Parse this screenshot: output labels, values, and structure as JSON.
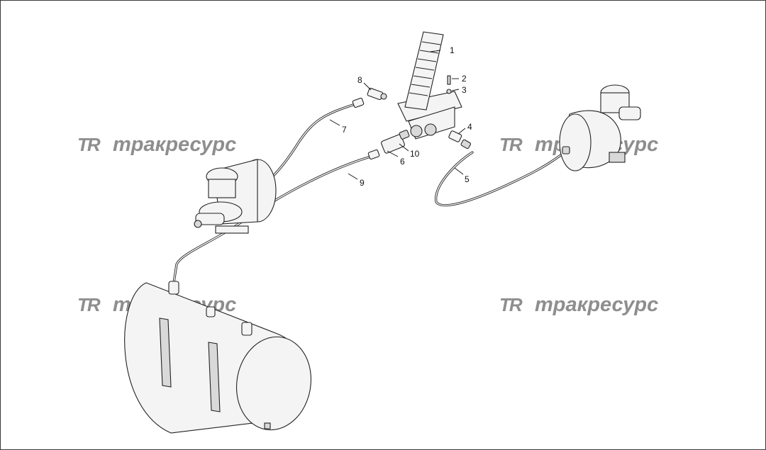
{
  "callouts": [
    {
      "id": "1",
      "label": "1"
    },
    {
      "id": "2",
      "label": "2"
    },
    {
      "id": "3",
      "label": "3"
    },
    {
      "id": "4",
      "label": "4"
    },
    {
      "id": "5",
      "label": "5"
    },
    {
      "id": "6",
      "label": "6"
    },
    {
      "id": "7",
      "label": "7"
    },
    {
      "id": "8",
      "label": "8"
    },
    {
      "id": "9",
      "label": "9"
    },
    {
      "id": "10",
      "label": "10"
    }
  ],
  "watermark": {
    "logo": "TR",
    "text": "тракресурс"
  }
}
